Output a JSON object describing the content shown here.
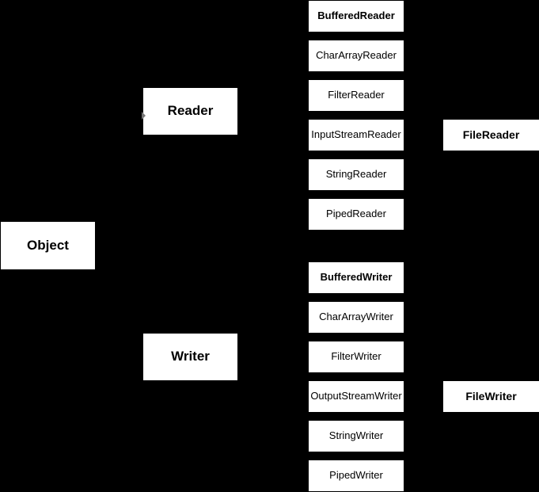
{
  "colors": {
    "background": "#000000",
    "node_fill": "#ffffff",
    "node_text": "#000000",
    "arrowhead": "#777777"
  },
  "diagram": {
    "type": "class-hierarchy",
    "nodes": [
      {
        "label": "Object"
      },
      {
        "label": "Reader"
      },
      {
        "label": "Writer"
      },
      {
        "label": "BufferedReader"
      },
      {
        "label": "CharArrayReader"
      },
      {
        "label": "FilterReader"
      },
      {
        "label": "InputStreamReader"
      },
      {
        "label": "StringReader"
      },
      {
        "label": "PipedReader"
      },
      {
        "label": "BufferedWriter"
      },
      {
        "label": "CharArrayWriter"
      },
      {
        "label": "FilterWriter"
      },
      {
        "label": "OutputStreamWriter"
      },
      {
        "label": "StringWriter"
      },
      {
        "label": "PipedWriter"
      },
      {
        "label": "FileReader"
      },
      {
        "label": "FileWriter"
      }
    ]
  }
}
